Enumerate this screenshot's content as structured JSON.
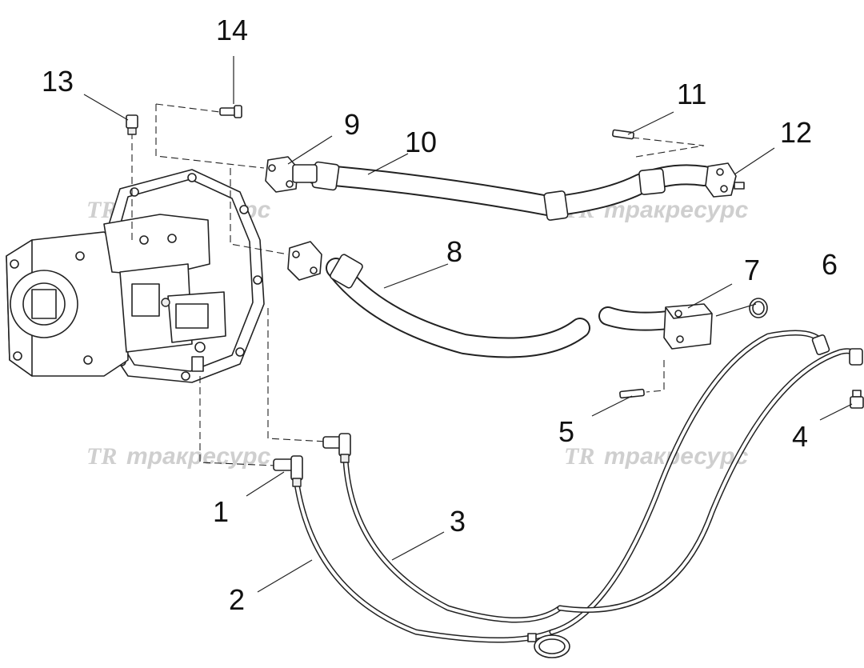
{
  "diagram": {
    "callouts": [
      "1",
      "2",
      "3",
      "4",
      "5",
      "6",
      "7",
      "8",
      "9",
      "10",
      "11",
      "12",
      "13",
      "14"
    ],
    "watermark": {
      "logo": "TR",
      "text": "тракресурс"
    }
  }
}
